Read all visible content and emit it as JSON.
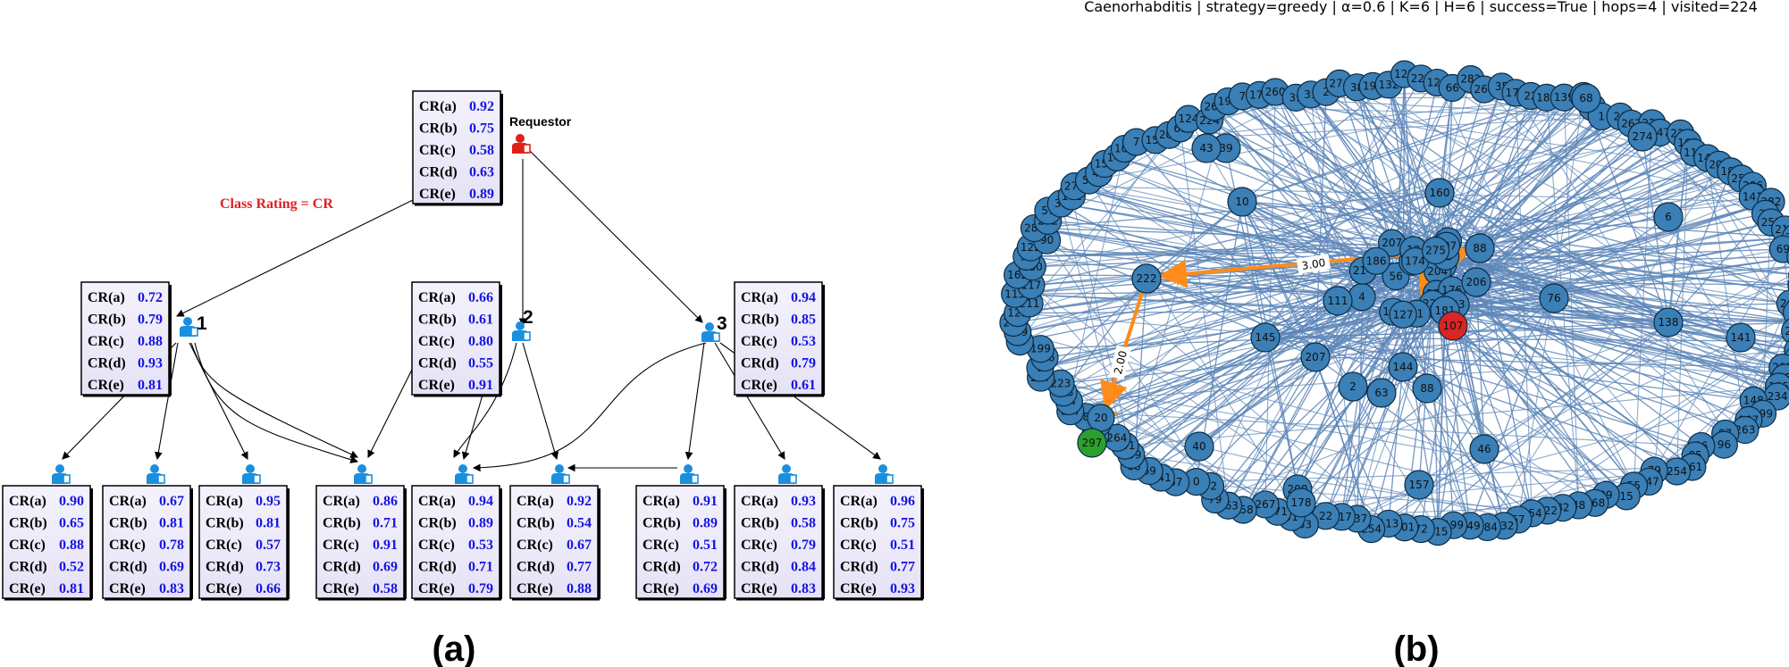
{
  "panel_a": {
    "caption": "(a)",
    "requestor_label": "Requestor",
    "legend_text": "Class Rating = CR",
    "row_labels": [
      "CR(a)",
      "CR(b)",
      "CR(c)",
      "CR(d)",
      "CR(e)"
    ],
    "tables": {
      "requestor": [
        "0.92",
        "0.75",
        "0.58",
        "0.63",
        "0.89"
      ],
      "peer1": [
        "0.72",
        "0.79",
        "0.88",
        "0.93",
        "0.81"
      ],
      "peer2": [
        "0.66",
        "0.61",
        "0.80",
        "0.55",
        "0.91"
      ],
      "peer3": [
        "0.94",
        "0.85",
        "0.53",
        "0.79",
        "0.61"
      ],
      "leaf1": [
        "0.90",
        "0.65",
        "0.88",
        "0.52",
        "0.81"
      ],
      "leaf2": [
        "0.67",
        "0.81",
        "0.78",
        "0.69",
        "0.83"
      ],
      "leaf3": [
        "0.95",
        "0.81",
        "0.57",
        "0.73",
        "0.66"
      ],
      "leaf4": [
        "0.86",
        "0.71",
        "0.91",
        "0.69",
        "0.58"
      ],
      "leaf5": [
        "0.94",
        "0.89",
        "0.53",
        "0.71",
        "0.79"
      ],
      "leaf6": [
        "0.92",
        "0.54",
        "0.67",
        "0.77",
        "0.88"
      ],
      "leaf7": [
        "0.91",
        "0.89",
        "0.51",
        "0.72",
        "0.69"
      ],
      "leaf8": [
        "0.93",
        "0.58",
        "0.79",
        "0.84",
        "0.83"
      ],
      "leaf9": [
        "0.96",
        "0.75",
        "0.51",
        "0.77",
        "0.93"
      ]
    },
    "peer_numbers": [
      "1",
      "2",
      "3"
    ]
  },
  "panel_b": {
    "caption": "(b)",
    "title": "Caenorhabditis | strategy=greedy | α=0.6 | K=6 | H=6 | success=True | hops=4 | visited=224",
    "highlighted_nodes": {
      "source": "107",
      "target": "297",
      "path": [
        "88",
        "222",
        "20"
      ]
    },
    "edge_labels": [
      "3.00",
      "2.00"
    ],
    "interior_nodes": [
      "10",
      "160",
      "88",
      "222",
      "206",
      "76",
      "138",
      "123",
      "181",
      "145",
      "111",
      "207",
      "144",
      "2",
      "63",
      "88",
      "40",
      "46",
      "157",
      "200",
      "178",
      "141",
      "6",
      "39",
      "43",
      "274",
      "68",
      "59"
    ],
    "colors": {
      "node": "#3a7fb5",
      "edge": "#5d86b8",
      "path": "#ff8c1a",
      "source": "#d92525",
      "target": "#2ca02c"
    }
  }
}
